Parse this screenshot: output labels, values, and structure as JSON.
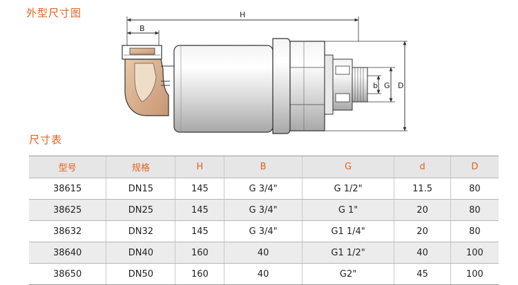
{
  "sections": {
    "drawing_title": "外型尺寸图",
    "table_title": "尺寸表"
  },
  "drawing": {
    "labels": {
      "H": "H",
      "B": "B",
      "b": "b",
      "G": "G",
      "D": "D"
    }
  },
  "colors": {
    "accent": "#e0621e",
    "header_bg": "#e6e6e6",
    "alt_row_bg": "#ececec"
  },
  "table": {
    "headers": [
      "型号",
      "规格",
      "H",
      "B",
      "G",
      "d",
      "D"
    ],
    "rows": [
      [
        "38615",
        "DN15",
        "145",
        "G 3/4\"",
        "G 1/2\"",
        "11.5",
        "80"
      ],
      [
        "38625",
        "DN25",
        "145",
        "G 3/4\"",
        "G 1\"",
        "20",
        "80"
      ],
      [
        "38632",
        "DN32",
        "145",
        "G 3/4\"",
        "G1 1/4\"",
        "20",
        "80"
      ],
      [
        "38640",
        "DN40",
        "160",
        "40",
        "G1 1/2\"",
        "40",
        "100"
      ],
      [
        "38650",
        "DN50",
        "160",
        "40",
        "G2\"",
        "45",
        "100"
      ]
    ]
  }
}
